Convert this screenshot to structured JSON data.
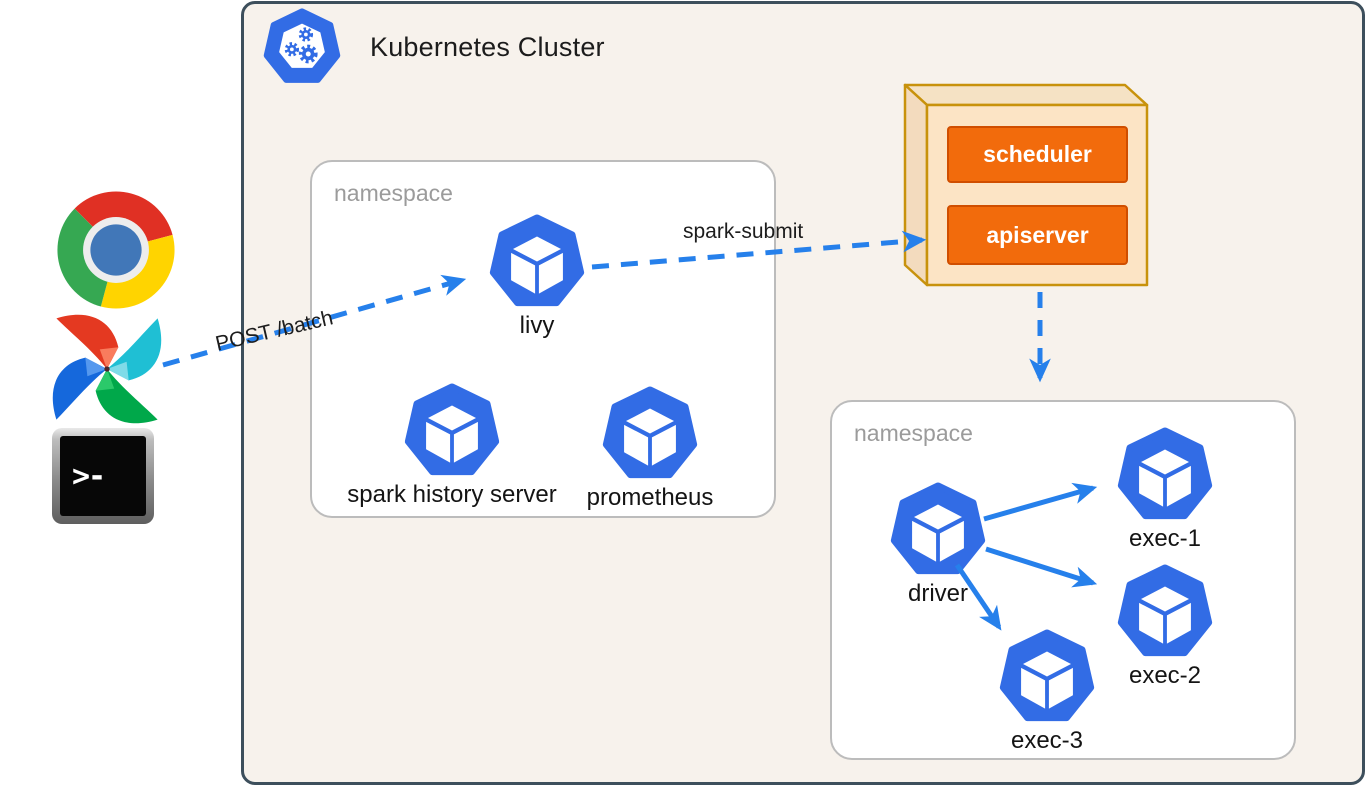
{
  "cluster": {
    "title": "Kubernetes Cluster",
    "background": "#F7F2EC",
    "border_color": "#3D4F5C"
  },
  "external_clients": {
    "icons": [
      "chrome-browser",
      "apache-airflow",
      "terminal"
    ],
    "terminal_prompt": ">-"
  },
  "namespace_left": {
    "label": "namespace",
    "pods": {
      "livy": "livy",
      "spark_history": "spark history server",
      "prometheus": "prometheus"
    }
  },
  "namespace_right": {
    "label": "namespace",
    "pods": {
      "driver": "driver",
      "exec1": "exec-1",
      "exec2": "exec-2",
      "exec3": "exec-3"
    }
  },
  "control_plane": {
    "scheduler": "scheduler",
    "apiserver": "apiserver",
    "box_fill": "#FCE4C5",
    "box_border": "#C8920C",
    "item_fill": "#F26B0C"
  },
  "edges": {
    "post_batch": "POST /batch",
    "spark_submit": "spark-submit"
  },
  "colors": {
    "pod_blue": "#326CE5",
    "arrow_blue": "#2680EB",
    "namespace_border": "#BCBCBC"
  }
}
